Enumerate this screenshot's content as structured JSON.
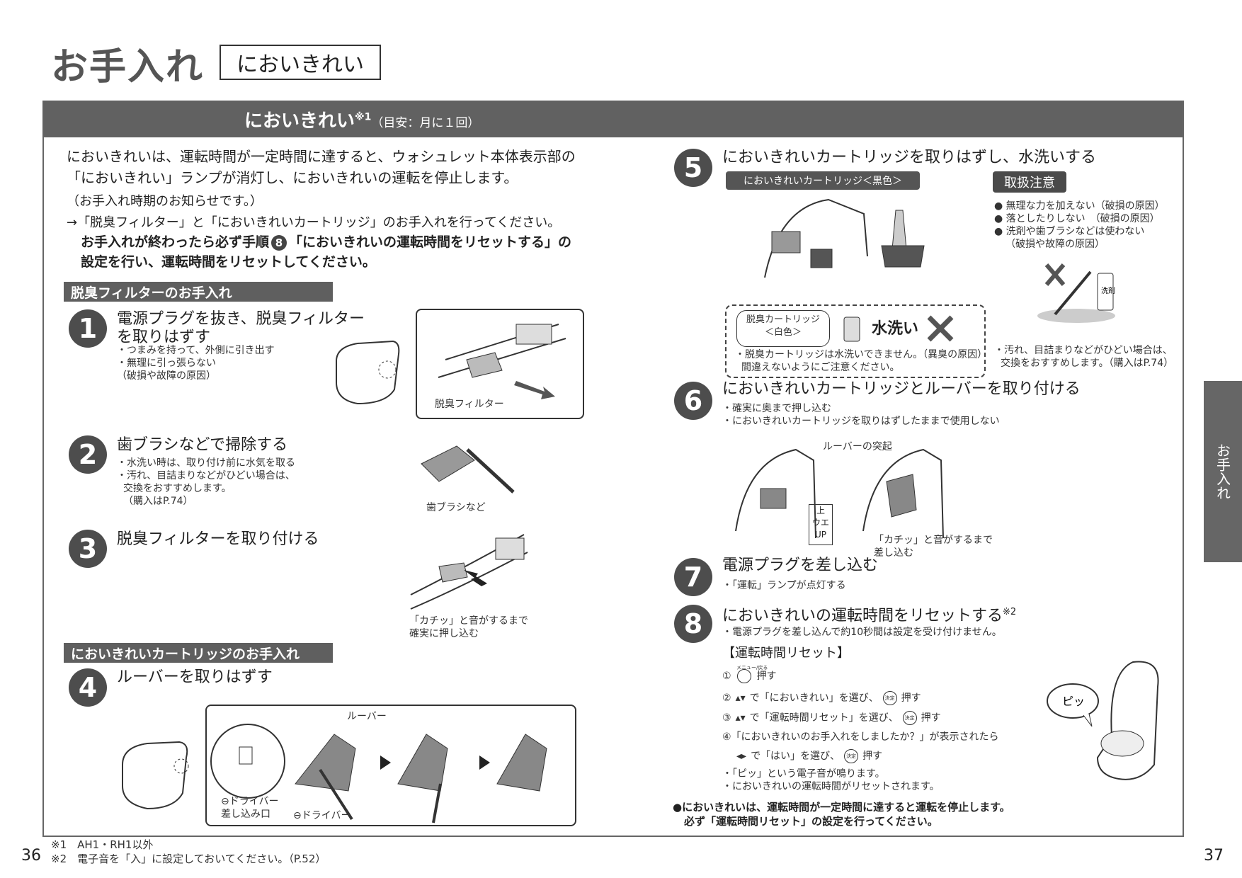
{
  "header": {
    "title": "お手入れ",
    "boxed_label": "においきれい"
  },
  "band": {
    "title": "においきれい",
    "sup": "※1",
    "note": "（目安：月に１回）"
  },
  "intro": {
    "line1": "においきれいは、運転時間が一定時間に達すると、ウォシュレット本体表示部の",
    "line2": "「においきれい」ランプが消灯し、においきれいの運転を停止します。",
    "line3": "（お手入れ時期のお知らせです。）",
    "line4": "→「脱臭フィルター」と「においきれいカートリッジ」のお手入れを行ってください。",
    "bold1": "お手入れが終わったら必ず手順",
    "bold_step": "8",
    "bold2": "「においきれいの運転時間をリセットする」の",
    "bold3": "設定を行い、運転時間をリセットしてください。"
  },
  "sections": {
    "filter": "脱臭フィルターのお手入れ",
    "cartridge": "においきれいカートリッジのお手入れ"
  },
  "steps": {
    "s1": {
      "num": "1",
      "title1": "電源プラグを抜き、脱臭フィルター",
      "title2": "を取りはずす",
      "b1": "・つまみを持って、外側に引き出す",
      "b2": "・無理に引っ張らない",
      "b3": "（破損や故障の原因）",
      "illus_label": "脱臭フィルター"
    },
    "s2": {
      "num": "2",
      "title": "歯ブラシなどで掃除する",
      "b1": "・水洗い時は、取り付け前に水気を取る",
      "b2": "・汚れ、目詰まりなどがひどい場合は、",
      "b3": "交換をおすすめします。",
      "b4": "（購入はP.74）",
      "illus_label": "歯ブラシなど"
    },
    "s3": {
      "num": "3",
      "title": "脱臭フィルターを取り付ける",
      "c1": "「カチッ」と音がするまで",
      "c2": "確実に押し込む"
    },
    "s4": {
      "num": "4",
      "title": "ルーバーを取りはずす",
      "louver": "ルーバー",
      "slot1": "⊖ドライバー",
      "slot2": "差し込み口",
      "driver": "⊖ドライバー"
    },
    "s5": {
      "num": "5",
      "title": "においきれいカートリッジを取りはずし、水洗いする",
      "pill": "においきれいカートリッジ＜黒色＞",
      "caution": "取扱注意",
      "c1": "● 無理な力を加えない（破損の原因）",
      "c2": "● 落としたりしない　（破損の原因）",
      "c3": "● 洗剤や歯ブラシなどは使わない",
      "c4": "（破損や故障の原因）",
      "note1": "・汚れ、目詰まりなどがひどい場合は、",
      "note2": "交換をおすすめします。（購入はP.74）",
      "deo1": "脱臭カートリッジ",
      "deo2": "＜白色＞",
      "wash": "水洗い",
      "deo_note1": "・脱臭カートリッジは水洗いできません。（異臭の原因）",
      "deo_note2": "間違えないようにご注意ください。",
      "detergent": "洗剤"
    },
    "s6": {
      "num": "6",
      "title": "においきれいカートリッジとルーバーを取り付ける",
      "b1": "・確実に奥まで押し込む",
      "b2": "・においきれいカートリッジを取りはずしたままで使用しない",
      "louver_bump": "ルーバーの突起",
      "up1": "上",
      "up2": "ウエ",
      "up3": "UP",
      "c1": "「カチッ」と音がするまで",
      "c2": "差し込む"
    },
    "s7": {
      "num": "7",
      "title": "電源プラグを差し込む",
      "b1": "・「運転」ランプが点灯する"
    },
    "s8": {
      "num": "8",
      "title": "においきれいの運転時間をリセットする",
      "sup": "※2",
      "b1": "・電源プラグを差し込んで約10秒間は設定を受け付けません。",
      "reset_title": "【運転時間リセット】",
      "menu_label": "メニュー/戻る",
      "r1a": "①",
      "r1b": "押す",
      "r2a": "②",
      "r2b": "で「においきれい」を選び、",
      "r2c": "押す",
      "r3a": "③",
      "r3b": "で「運転時間リセット」を選び、",
      "r3c": "押す",
      "r4": "④「においきれいのお手入れをしましたか？」が表示されたら",
      "r4b": "で「はい」を選び、",
      "r4c": "押す",
      "decide": "決定",
      "n1": "・「ピッ」という電子音が鳴ります。",
      "n2": "・においきれいの運転時間がリセットされます。",
      "beep": "ピッ"
    }
  },
  "bottom_note": {
    "l1": "●においきれいは、運転時間が一定時間に達すると運転を停止します。",
    "l2": "必ず「運転時間リセット」の設定を行ってください。"
  },
  "side_tab": "お手入れ",
  "footer": {
    "page_left": "36",
    "page_right": "37",
    "f1": "※1　AH1・RH1以外",
    "f2": "※2　電子音を「入」に設定しておいてください。（P.52）"
  }
}
